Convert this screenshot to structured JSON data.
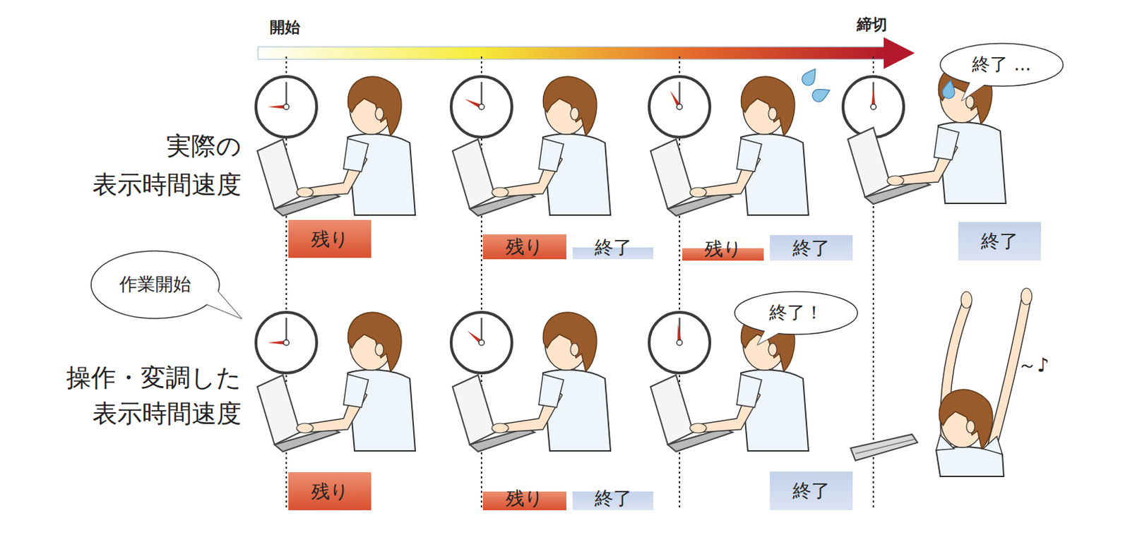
{
  "diagram": {
    "nodes": [
      {
        "text": [
          "終了 ..."
        ]
      },
      {
        "text": [
          "残り"
        ]
      },
      {
        "text": [
          "残り"
        ]
      },
      {
        "text": [
          "終了"
        ]
      },
      {
        "text": [
          "残り"
        ]
      },
      {
        "text": [
          "終了"
        ]
      },
      {
        "text": [
          "終了"
        ]
      },
      {
        "text": [
          "作業開始"
        ]
      },
      {
        "text": [
          "終了！"
        ]
      },
      {
        "text": [
          "残り"
        ]
      },
      {
        "text": [
          "残り"
        ]
      },
      {
        "text": [
          "終了"
        ]
      },
      {
        "text": [
          "終了"
        ]
      }
    ],
    "labels": [
      "開始",
      "締切",
      "実際の 表示時間速度",
      "操作・変調した 表示時間速度",
      "～♪"
    ]
  }
}
